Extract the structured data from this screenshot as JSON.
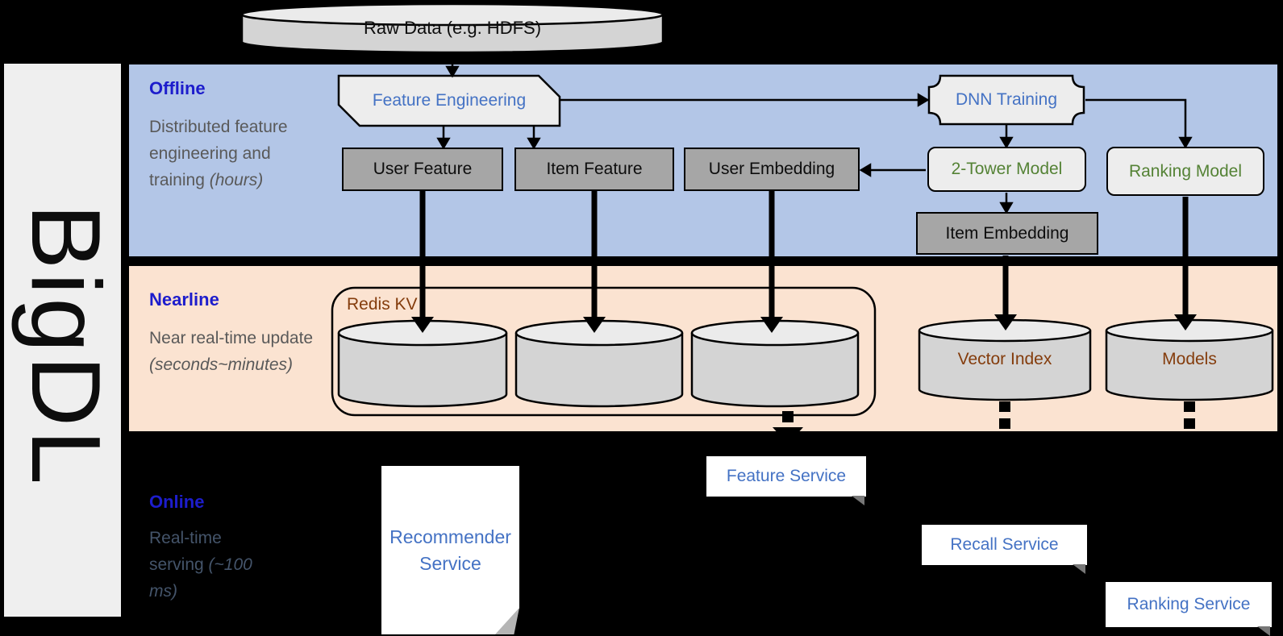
{
  "brand": "BigDL",
  "raw_data_label": "Raw Data (e.g. HDFS)",
  "offline": {
    "title": "Offline",
    "subtitle_text": "Distributed feature engineering and training",
    "subtitle_italic": "(hours)",
    "feature_engineering": "Feature Engineering",
    "user_feature": "User Feature",
    "item_feature": "Item Feature",
    "user_embedding": "User Embedding",
    "dnn_training": "DNN Training",
    "two_tower_model": "2-Tower Model",
    "ranking_model": "Ranking Model",
    "item_embedding": "Item Embedding"
  },
  "nearline": {
    "title": "Nearline",
    "subtitle_text": "Near real-time update",
    "subtitle_italic": "(seconds~minutes)",
    "redis_kv": "Redis KV",
    "vector_index": "Vector Index",
    "models": "Models"
  },
  "online": {
    "title": "Online",
    "subtitle_text": "Real-time serving",
    "subtitle_italic": "(~100 ms)",
    "recommender_service": "Recommender Service",
    "feature_service": "Feature Service",
    "recall_service": "Recall Service",
    "ranking_service": "Ranking Service"
  },
  "colors": {
    "offline_band": "#b3c6e7",
    "nearline_band": "#fbe3d1",
    "band_title_blue": "#1d1dcc",
    "subtitle_gray": "#595959",
    "online_subtitle": "#44546a",
    "process_text_blue": "#4472c4",
    "model_text_green": "#548235",
    "storage_text_brown": "#843c0c",
    "gray_box_fill": "#a6a6a6",
    "shape_fill": "#ededed",
    "cylinder_fill": "#d4d4d4",
    "service_fill": "#ffffff"
  }
}
